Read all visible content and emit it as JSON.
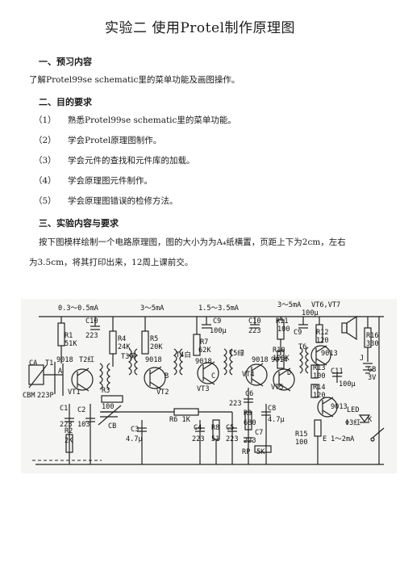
{
  "document": {
    "title": "实验二   使用Protel制作原理图",
    "sections": [
      {
        "heading": "一、预习内容",
        "paragraph": "了解Protel99se schematic里的菜单功能及画图操作。"
      },
      {
        "heading": "二、目的要求",
        "items": [
          {
            "num": "（1）",
            "text": "熟悉Protel99se schematic里的菜单功能。"
          },
          {
            "num": "（2）",
            "text": "学会Protel原理图制作。"
          },
          {
            "num": "（3）",
            "text": "学会元件的查找和元件库的加载。"
          },
          {
            "num": "（4）",
            "text": "学会原理图元件制作。"
          },
          {
            "num": "（5）",
            "text": "学会原理图错误的检修方法。"
          }
        ]
      },
      {
        "heading": "三、实验内容与要求",
        "paragraph_lines": [
          "按下图模样绘制一个电路原理图，图的大小为为A₄纸横置，页距上下为2cm，左右",
          "为3.5cm，将其打印出来，12周上课前交。"
        ]
      }
    ]
  },
  "schematic": {
    "labels": {
      "cur1": "0.3～0.5mA",
      "cur2": "3～5mA",
      "cur3": "1.5～3.5mA",
      "cur4": "3～5mA",
      "vt67": "VT6,VT7",
      "c10a": "C10",
      "c10a_v": "223",
      "c10b": "C10",
      "c10b_v": "223",
      "c9": "C9",
      "c9_v": "100μ",
      "c9b": "C9",
      "c9b_v": "100μ",
      "r1": "R1",
      "r1_v": "51K",
      "r4": "R4",
      "r4_v": "24K",
      "r5": "R5",
      "r5_v": "20K",
      "r7": "R7",
      "r7_v": "62K",
      "r11": "R11",
      "r11_v": "100",
      "r12": "R12",
      "r12_v": "120",
      "r16": "R16",
      "r16_v": "330",
      "ca": "CA",
      "t1": "T1",
      "cbm": "CBM",
      "c223p": "223P",
      "q9018a": "9018",
      "t2": "T2红",
      "vt1": "VT1",
      "t3": "T3黄",
      "q9018b": "9018",
      "vt2": "VT2",
      "t4": "T4白",
      "q9018c": "9018",
      "vt3": "VT3",
      "t5": "T5绿",
      "q9018d": "9018",
      "vt4": "VT4",
      "q9014": "9014",
      "vt5": "VT5",
      "t6": "T6",
      "q9013a": "9013",
      "q9013b": "9013",
      "r10": "R10",
      "r10_v": "100K",
      "r13": "R13",
      "r13_v": "100",
      "r14": "R14",
      "r14_v": "120",
      "c11": "C11",
      "c11_v": "100μ",
      "j": "J",
      "gb": "GB",
      "gb_v": "3V",
      "r3": "R3",
      "r3_v": "100",
      "c1": "C1",
      "c1_v": "223",
      "c2": "C2",
      "c2_v": "103",
      "r2": "R2",
      "r2_v": "2K",
      "cb": "CB",
      "c3": "C3",
      "c3_v": "4.7μ",
      "r6": "R6 1K",
      "c4": "C4",
      "c4_v": "223",
      "r8": "R8",
      "r8_v": "51",
      "c5": "C5",
      "c5_v": "223",
      "c6": "C6",
      "c6_v": "223",
      "r9": "R9",
      "r9_v": "680",
      "c8": "C8",
      "c8_v": "4.7μ",
      "c7": "C7",
      "c7_v": "223",
      "rp": "RP",
      "rp_v": "5K",
      "r15": "R15",
      "r15_v": "100",
      "e": "E",
      "e_v": "1～2mA",
      "led": "LED",
      "led_v": "Φ3红",
      "k": "K",
      "a": "A",
      "b": "B",
      "c": "C",
      "d": "D"
    }
  }
}
